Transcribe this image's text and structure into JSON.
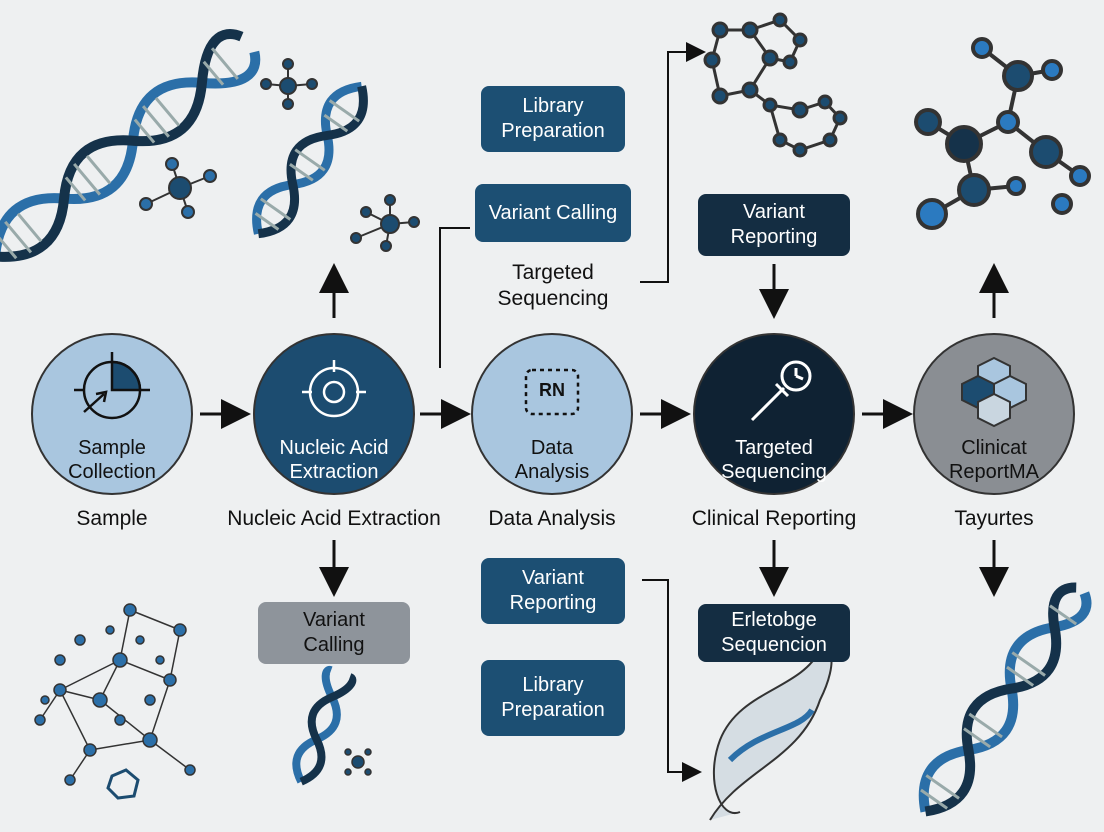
{
  "colors": {
    "background": "#eef0f1",
    "light_blue": "#a9c6df",
    "navy": "#1c4c70",
    "dark_navy": "#0f2233",
    "gray": "#8a8e93",
    "box_blue": "#1c4f73",
    "box_dark": "#142d42",
    "box_gray": "#8e949b",
    "helix_blue": "#2b6fa8"
  },
  "stages": [
    {
      "circle_label": "Sample\nCollection",
      "below_label": "Sample",
      "icon": "target-arrow-icon"
    },
    {
      "circle_label": "Nucleic Acid\nExtraction",
      "below_label": "Nucleic Acid Extraction",
      "icon": "crosshair-icon"
    },
    {
      "circle_label": "Data\nAnalysis",
      "below_label": "Data Analysis",
      "icon_text": "RN",
      "icon": "chip-icon"
    },
    {
      "circle_label": "Targeted\nSequencing",
      "below_label": "Clinical Reporting",
      "icon": "pipette-clock-icon"
    },
    {
      "circle_label": "Clinicat\nReportMA",
      "below_label": "Tayurtes",
      "icon": "hexagon-cluster-icon"
    }
  ],
  "top_boxes": {
    "library_prep": "Library\nPreparation",
    "variant_calling": "Variant Calling",
    "targeted_sequencing": "Targeted\nSequencing",
    "variant_reporting": "Variant\nReporting"
  },
  "bottom_boxes": {
    "variant_calling": "Variant\nCalling",
    "variant_reporting": "Variant\nReporting",
    "library_prep": "Library\nPreparation",
    "erletobge": "Erletobge\nSequencion"
  }
}
